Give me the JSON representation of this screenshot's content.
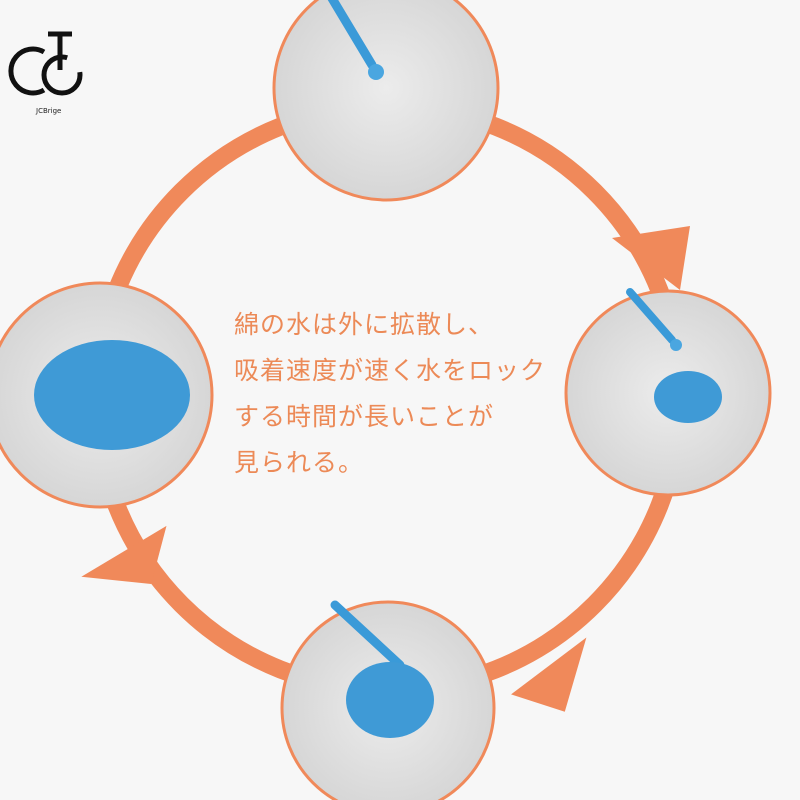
{
  "brand": {
    "logo_text": "JCBrige"
  },
  "caption": {
    "lines": [
      "綿の水は外に拡散し、",
      "吸着速度が速く水をロック",
      "する時間が長いことが",
      "見られる。"
    ]
  },
  "colors": {
    "accent": "#f0895a",
    "water": "#3f9ad6",
    "fabric": "#e4e4e4",
    "background": "#f7f7f7"
  }
}
